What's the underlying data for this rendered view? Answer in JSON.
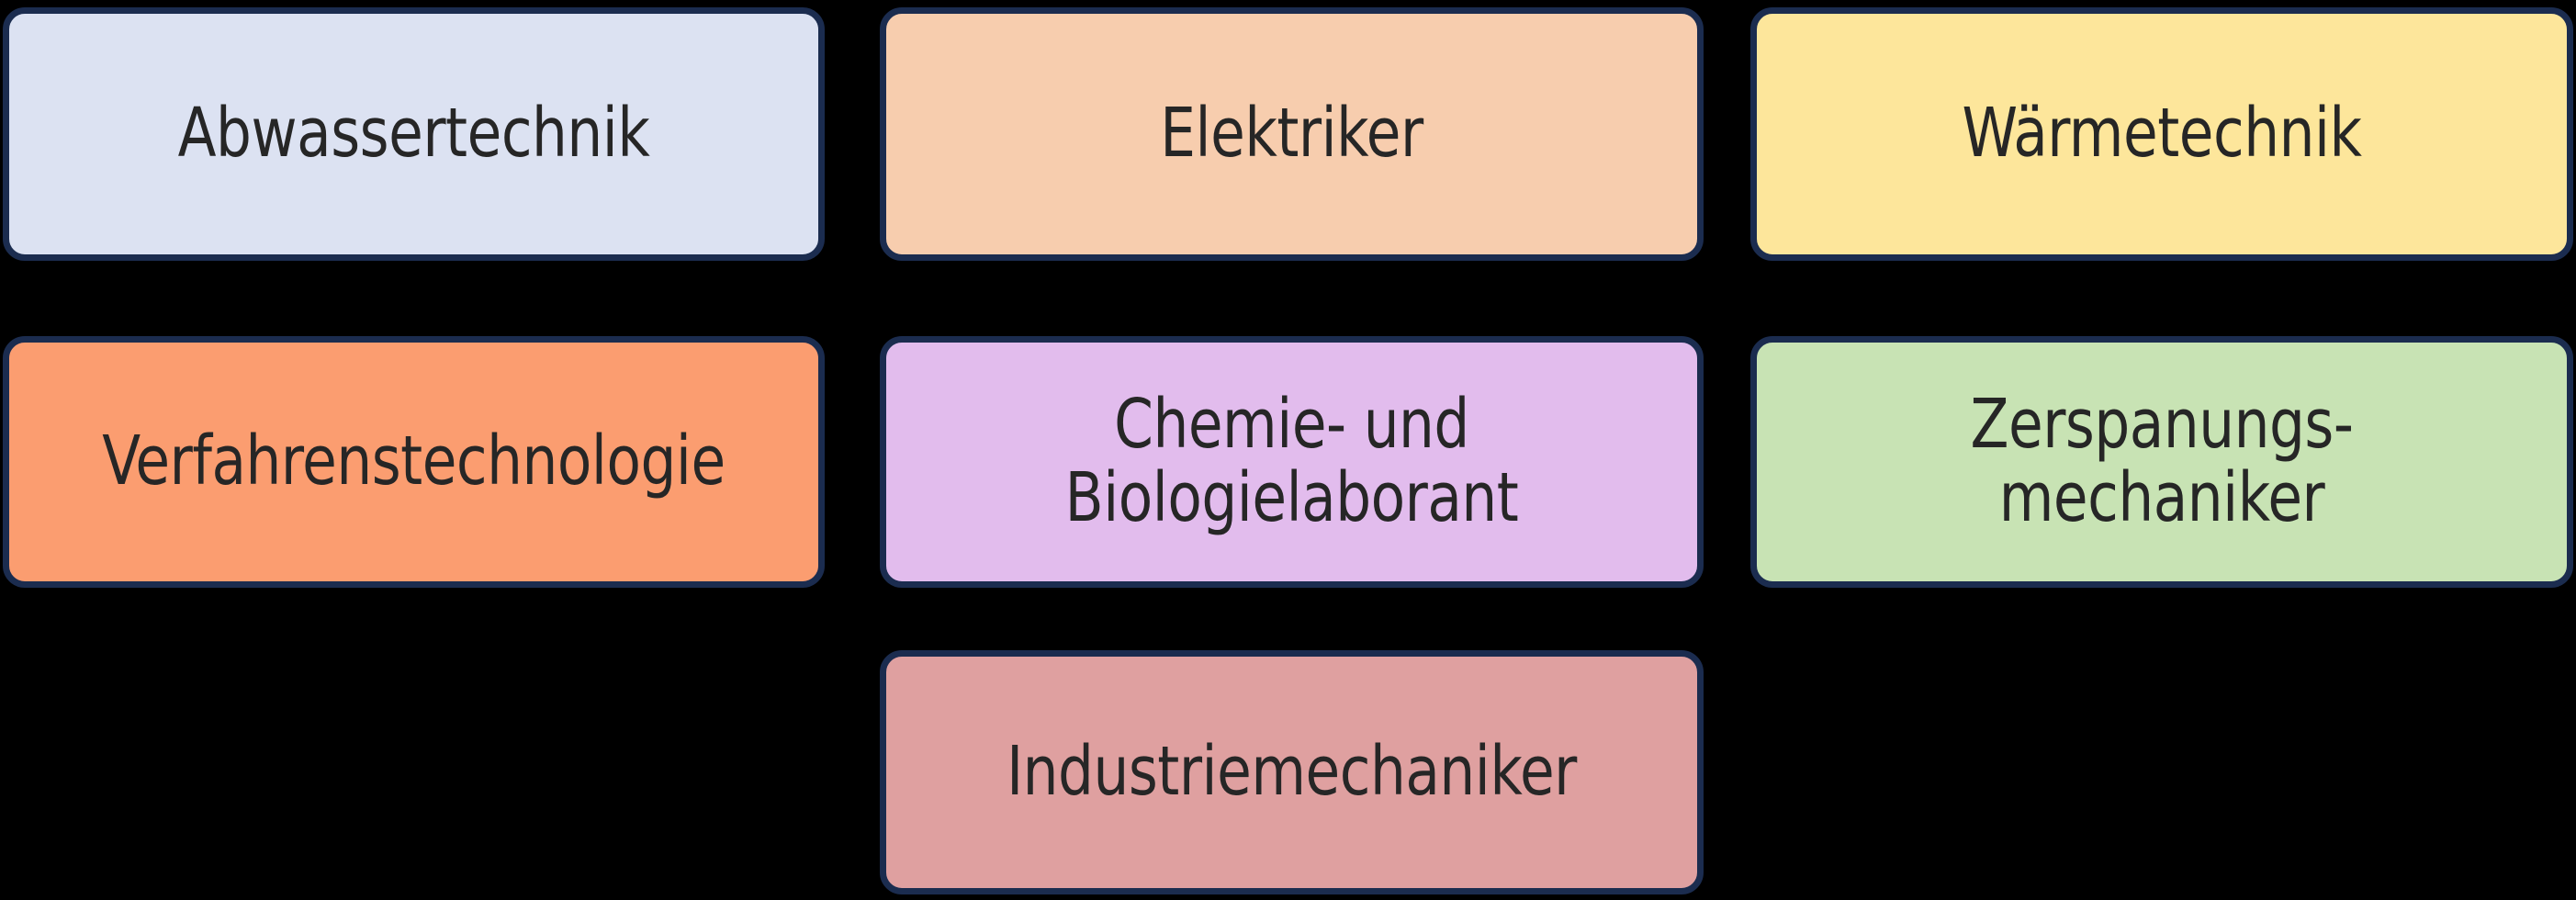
{
  "diagram": {
    "type": "node-grid",
    "background_color": "#000000",
    "border_color": "#1b2c4f",
    "text_color": "#262626",
    "columns": 3,
    "rows": 3,
    "nodes": [
      {
        "id": "abwassertechnik",
        "label": "Abwassertechnik",
        "row": 1,
        "column": 1,
        "fill_color": "#dce2f2",
        "lines": [
          "Abwassertechnik"
        ]
      },
      {
        "id": "elektriker",
        "label": "Elektriker",
        "row": 1,
        "column": 2,
        "fill_color": "#f7cdae",
        "lines": [
          "Elektriker"
        ]
      },
      {
        "id": "waermetechnik",
        "label": "Wärmetechnik",
        "row": 1,
        "column": 3,
        "fill_color": "#fde69b",
        "lines": [
          "Wärmetechnik"
        ]
      },
      {
        "id": "verfahrenstechnologie",
        "label": "Verfahrenstechnologie",
        "row": 2,
        "column": 1,
        "fill_color": "#fb9d70",
        "lines": [
          "Verfahrenstechnologie"
        ]
      },
      {
        "id": "chemie-und-biologielaborant",
        "label": "Chemie- und Biologielaborant",
        "row": 2,
        "column": 2,
        "fill_color": "#e2bced",
        "lines": [
          "Chemie- und",
          "Biologielaborant"
        ]
      },
      {
        "id": "zerspanungsmechaniker",
        "label": "Zerspanungs-mechaniker",
        "row": 2,
        "column": 3,
        "fill_color": "#c8e3b4",
        "lines": [
          "Zerspanungs-",
          "mechaniker"
        ]
      },
      {
        "id": "industriemechaniker",
        "label": "Industriemechaniker",
        "row": 3,
        "column": 2,
        "fill_color": "#dfa0a0",
        "lines": [
          "Industriemechaniker"
        ]
      }
    ]
  }
}
